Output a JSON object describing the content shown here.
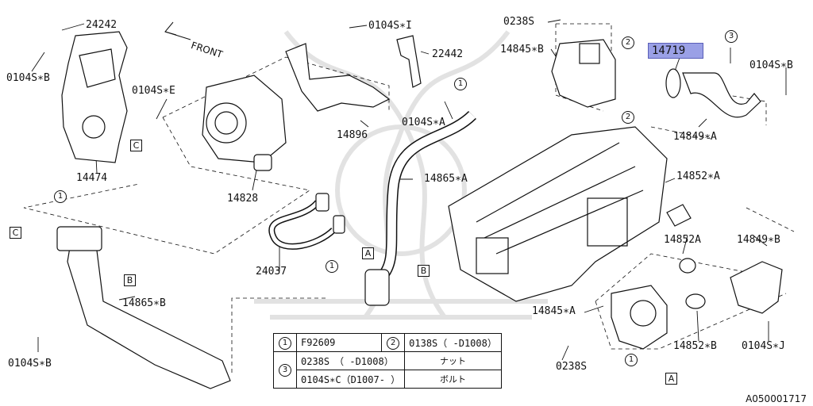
{
  "diagram": {
    "highlight_part": "14719",
    "front_label": "FRONT",
    "reference_code": "A050001717",
    "labels": {
      "p24242": "24242",
      "p0104S_B_tl": "0104S∗B",
      "p0104S_E": "0104S∗E",
      "p0104S_I": "0104S∗I",
      "p22442": "22442",
      "p0238S_top": "0238S",
      "p14845_B": "14845∗B",
      "p0104S_B_tr": "0104S∗B",
      "p14896": "14896",
      "p0104S_A": "0104S∗A",
      "p14849_A": "14849∗A",
      "p14474": "14474",
      "p14828": "14828",
      "p14865_A": "14865∗A",
      "p14852_A_star": "14852∗A",
      "p14852A": "14852A",
      "p14849_B": "14849∗B",
      "p24037": "24037",
      "p14865_B": "14865∗B",
      "p14845_A": "14845∗A",
      "p0104S_B_bl": "0104S∗B",
      "p0238S_bot": "0238S",
      "p14852_B": "14852∗B",
      "p0104S_J": "0104S∗J"
    },
    "callout_circles": {
      "c1_top": "1",
      "c2_top": "2",
      "c2_bot": "2",
      "c3_top": "3",
      "c1_left": "1",
      "c1_mid": "1",
      "c1_bot": "1"
    },
    "callout_squares": {
      "C_top": "C",
      "C_left": "C",
      "B_left": "B",
      "A_mid": "A",
      "B_engine": "B",
      "A_bot": "A"
    },
    "legend": {
      "row1": {
        "n1": "1",
        "v1": "F92609",
        "n2": "2",
        "v2": "0138S（ -D1008）"
      },
      "row2": {
        "n": "3",
        "v": "0238S　（ -D1008）",
        "jp": "ナット"
      },
      "row3": {
        "v": "0104S∗C（D1007- ）",
        "jp": "ボルト"
      }
    }
  }
}
